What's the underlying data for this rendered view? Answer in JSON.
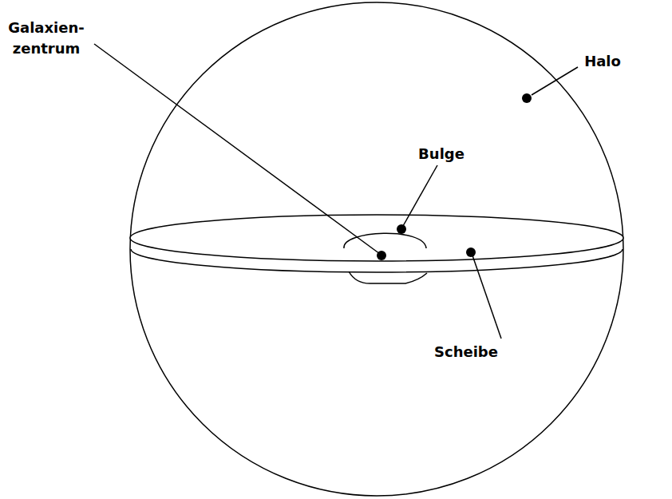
{
  "diagram": {
    "labels": [
      "Galaxien- zentrum",
      "Halo",
      "Bulge",
      "Scheibe"
    ]
  }
}
